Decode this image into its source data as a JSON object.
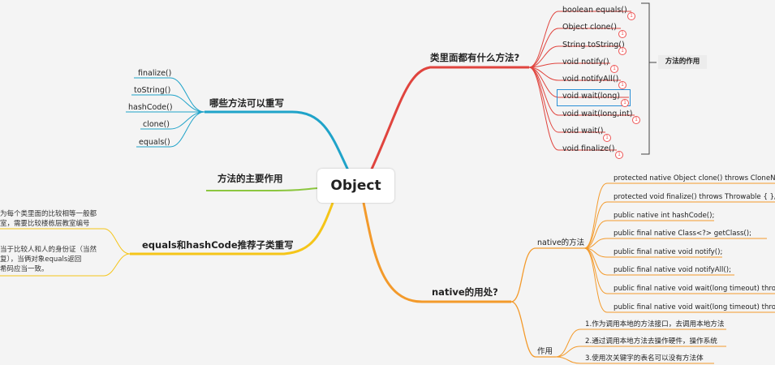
{
  "root": "Object",
  "branches": {
    "methods": {
      "label": "类里面都有什么方法?",
      "items": [
        "boolean equals()",
        "Object clone()",
        "String toString()",
        "void notify()",
        "void notifyAll()",
        "void wait(long)",
        "void wait(long,int)",
        "void wait()",
        "void finalize()"
      ],
      "callout": "方法的作用",
      "badge": "1"
    },
    "override": {
      "label": "哪些方法可以重写",
      "items": [
        "finalize()",
        "toString()",
        "hashCode()",
        "clone()",
        "equals()"
      ]
    },
    "main_use": {
      "label": "方法的主要作用"
    },
    "equals_hash": {
      "label": "equals和hashCode推荐子类重写",
      "note1": [
        "为每个类里面的比较相等一般都",
        "室，需要比较楼栋层教室编号"
      ],
      "note2": [
        "当于比较人和人的身份证（当然",
        "复），当俩对象equals返回",
        "希码应当一致。"
      ]
    },
    "native": {
      "label": "native的用处?",
      "sub_methods": "native的方法",
      "methods": [
        "protected native Object clone() throws CloneN",
        "protected void finalize() throws Throwable { }//",
        "public native int hashCode();",
        "public final native Class<?> getClass();",
        "public final native void notify();",
        "public final native void notifyAll();",
        "public final native void wait(long timeout) thro",
        "public final native void wait(long timeout) thro"
      ],
      "sub_use": "作用",
      "uses": [
        "1.作为调用本地的方法接口，去调用本地方法",
        "2.通过调用本地方法去操作硬件，操作系统",
        "3.使用次关键字的表名可以没有方法体"
      ]
    }
  },
  "colors": {
    "red": "#e0443e",
    "blue": "#1fa3c9",
    "green": "#8cc63f",
    "yellow": "#f5c518",
    "orange": "#f39a2b"
  }
}
